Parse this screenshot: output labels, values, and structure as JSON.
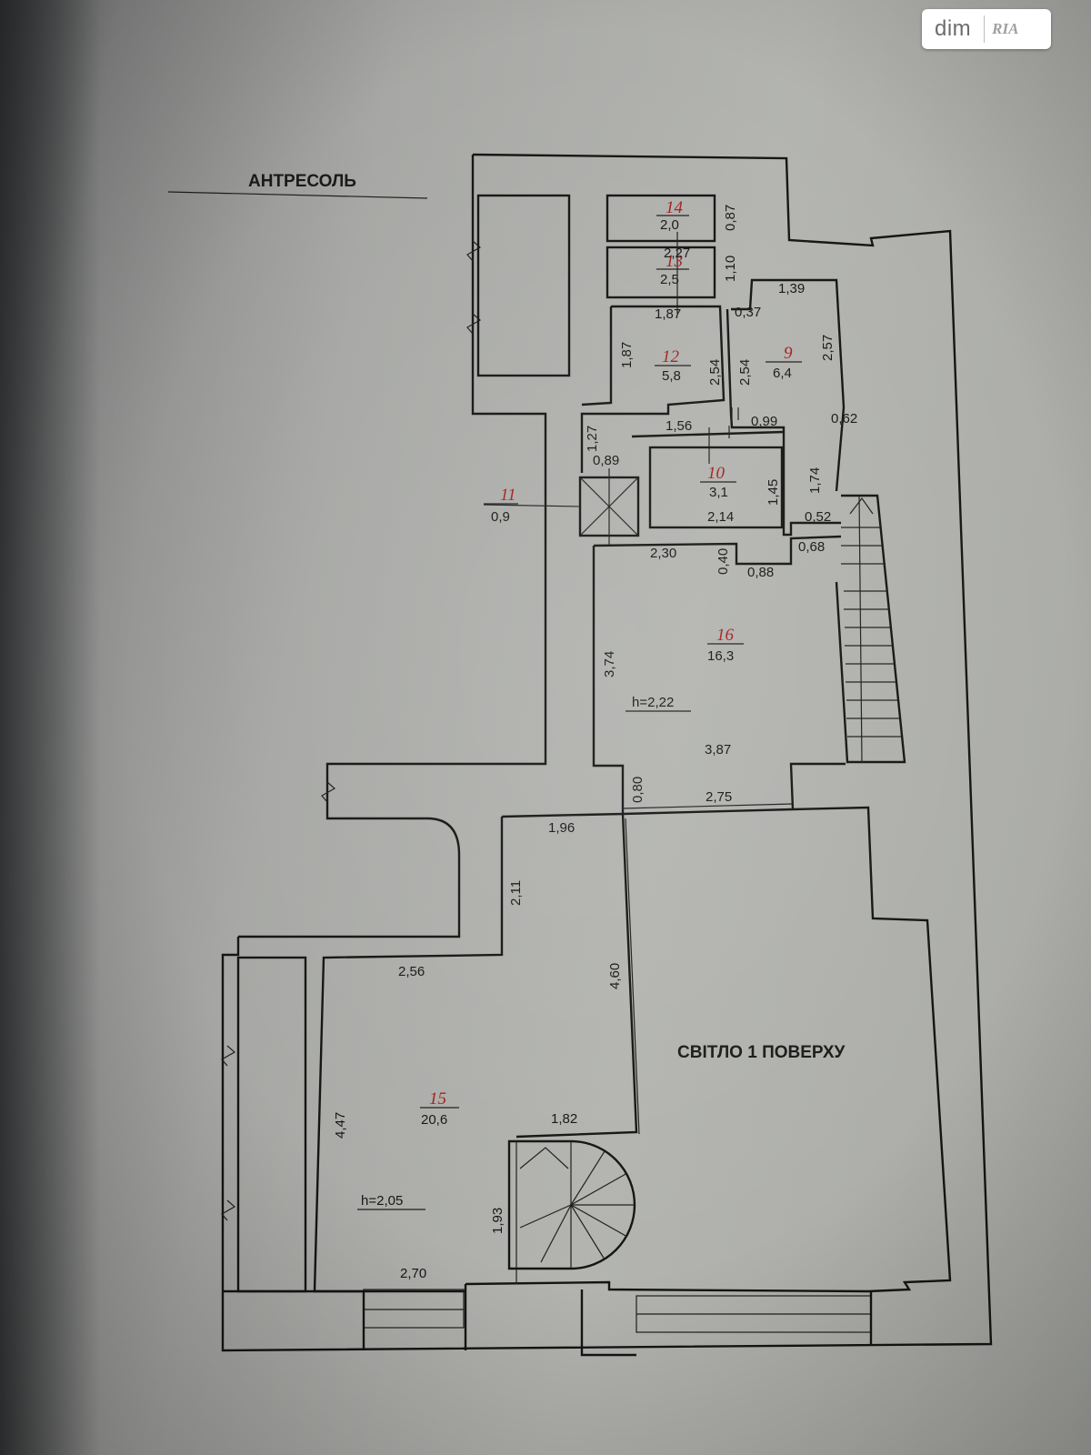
{
  "watermark": {
    "brand": "dim",
    "brand_suffix": "RIA"
  },
  "plan": {
    "title": "АНТРЕСОЛЬ",
    "light_label": "СВІТЛО 1 ПОВЕРХУ",
    "rooms": [
      {
        "number": "14",
        "area": "2,0"
      },
      {
        "number": "13",
        "area": "2,5"
      },
      {
        "number": "12",
        "area": "5,8"
      },
      {
        "number": "9",
        "area": "6,4"
      },
      {
        "number": "10",
        "area": "3,1"
      },
      {
        "number": "11",
        "area": "0,9"
      },
      {
        "number": "16",
        "area": "16,3"
      },
      {
        "number": "15",
        "area": "20,6"
      }
    ],
    "heights": [
      "h=2,22",
      "h=2,05"
    ],
    "dimensions": [
      "0,87",
      "2,27",
      "1,10",
      "1,87",
      "1,39",
      "0,37",
      "2,57",
      "1,87",
      "2,54",
      "2,54",
      "0,62",
      "1,56",
      "0,99",
      "1,27",
      "0,89",
      "1,45",
      "1,74",
      "2,14",
      "0,52",
      "0,68",
      "2,30",
      "0,40",
      "0,88",
      "3,74",
      "3,87",
      "0,80",
      "2,75",
      "1,96",
      "2,11",
      "4,60",
      "2,56",
      "4,47",
      "1,82",
      "1,93",
      "2,70"
    ]
  },
  "colors": {
    "room_number": "#a3201c",
    "ink": "#161616",
    "paper": "#b3b4b0"
  }
}
